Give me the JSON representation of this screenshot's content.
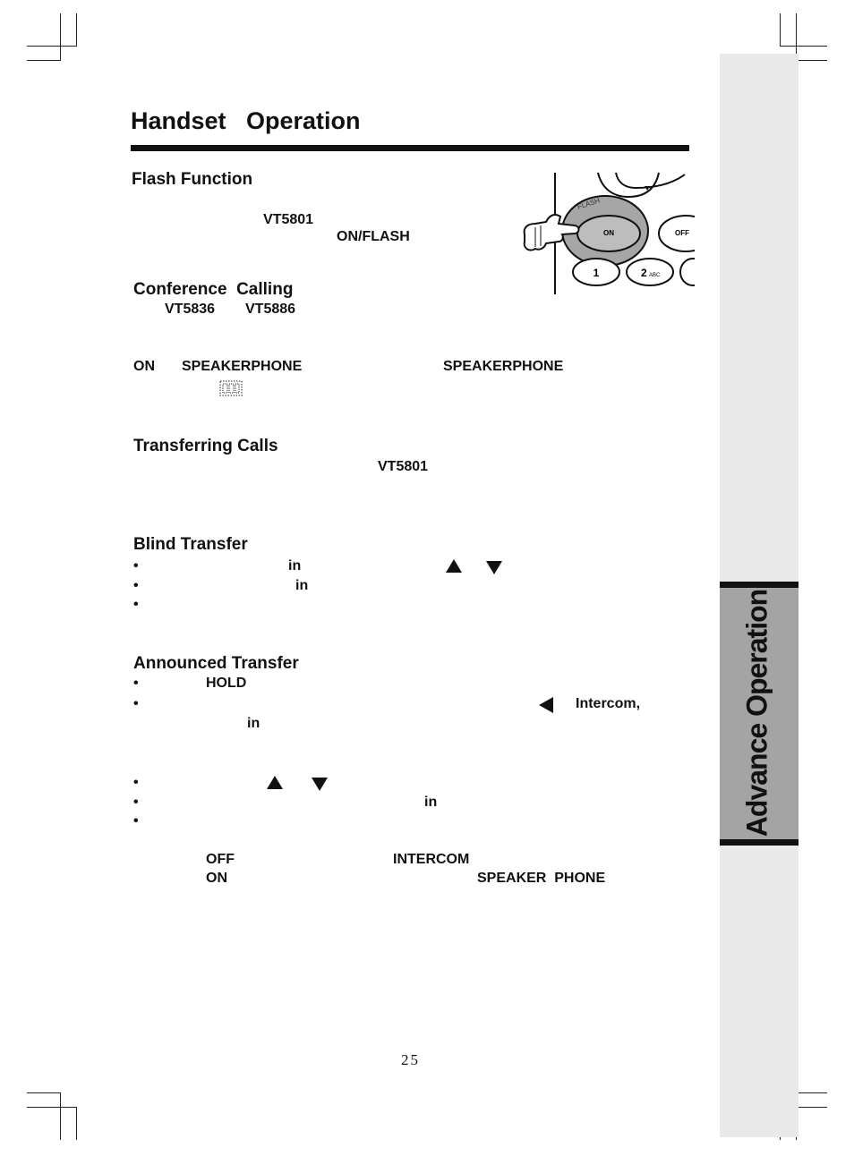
{
  "page": {
    "title": "Handset   Operation",
    "side_tab": "Advance Operation",
    "page_number": "25"
  },
  "flash": {
    "heading": "Flash Function",
    "model": "VT5801",
    "key": "ON/FLASH",
    "illustration": {
      "flash_label": "FLASH",
      "on_label": "ON",
      "off_label": "OFF",
      "key_1": "1",
      "key_2": "2",
      "key_2_letters": "ABC"
    }
  },
  "conference": {
    "heading": "Conference  Calling",
    "model_a": "VT5836",
    "model_b": "VT5886",
    "on": "ON",
    "speaker1": "SPEAKERPHONE",
    "speaker2": "SPEAKERPHONE"
  },
  "transferring": {
    "heading": "Transferring Calls",
    "model": "VT5801"
  },
  "blind": {
    "heading": "Blind Transfer",
    "bullet": "•",
    "in1": "in",
    "in2": "in"
  },
  "announced": {
    "heading": "Announced Transfer",
    "bullet": "•",
    "hold": "HOLD",
    "intercom": "Intercom,",
    "in1": "in",
    "in2": "in",
    "off": "OFF",
    "intercom_caps": "INTERCOM",
    "on": "ON",
    "speaker_phone": "SPEAKER  PHONE"
  },
  "icons": {
    "up": "triangle-up-icon",
    "down": "triangle-down-icon",
    "left": "triangle-left-icon",
    "conference": "conference-display-icon"
  }
}
